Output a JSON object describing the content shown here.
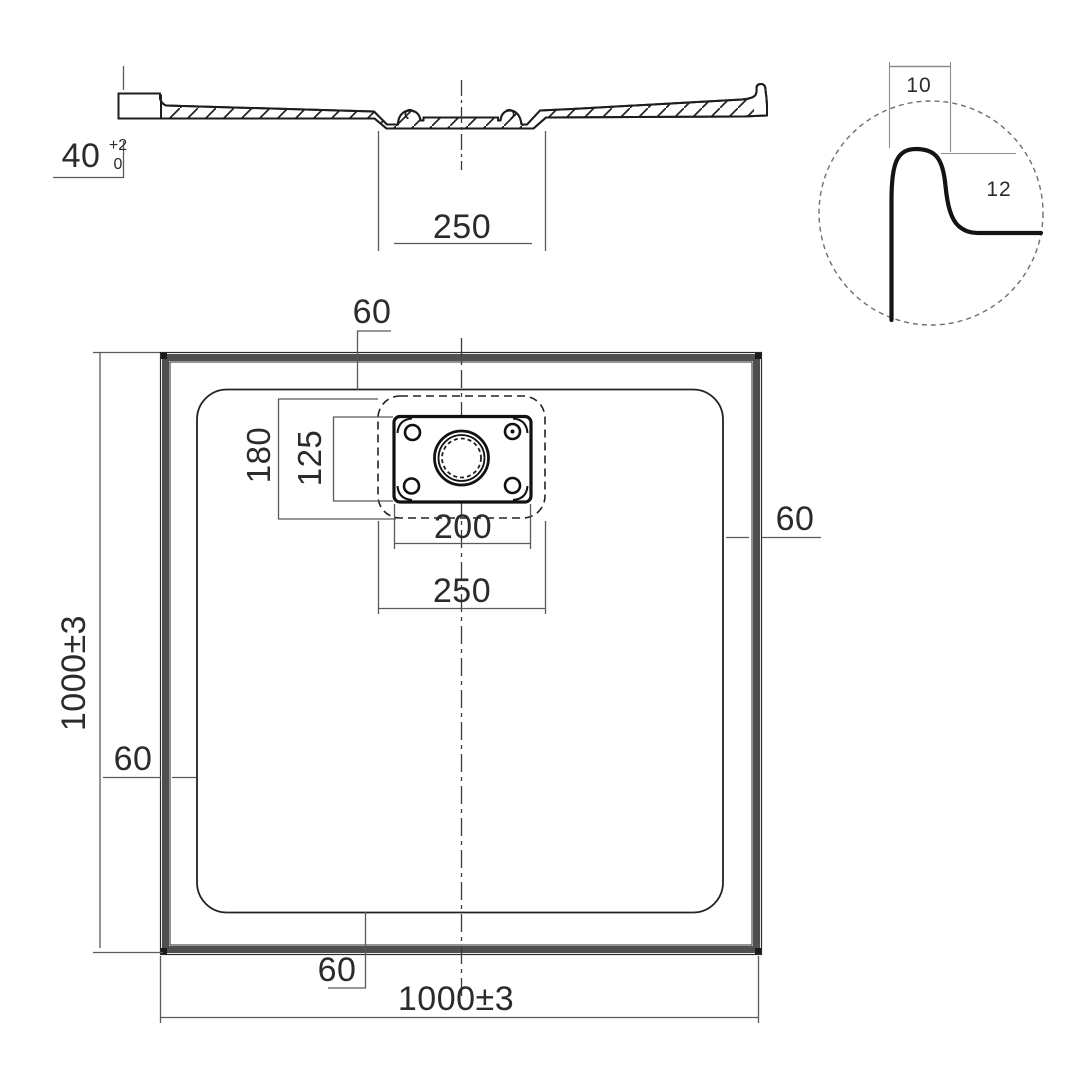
{
  "colors": {
    "outline": "#1d1d1d",
    "rim_band": "#4f4f4f",
    "dim_line": "#5a5a5a",
    "detail_ref_line": "#8c8c8c",
    "background": "#ffffff"
  },
  "section_view": {
    "height": "40",
    "height_tol_upper": "+2",
    "height_tol_lower": "0",
    "drain_recess_width": "250"
  },
  "detail_view": {
    "rim_width": "10",
    "rim_depth": "12"
  },
  "plan_view": {
    "overall_width": "1000±3",
    "overall_depth": "1000±3",
    "border_top": "60",
    "border_right": "60",
    "border_bottom": "60",
    "border_left": "60",
    "recess_width": "180",
    "plate_width": "125",
    "plate_length": "200",
    "recess_length": "250"
  }
}
